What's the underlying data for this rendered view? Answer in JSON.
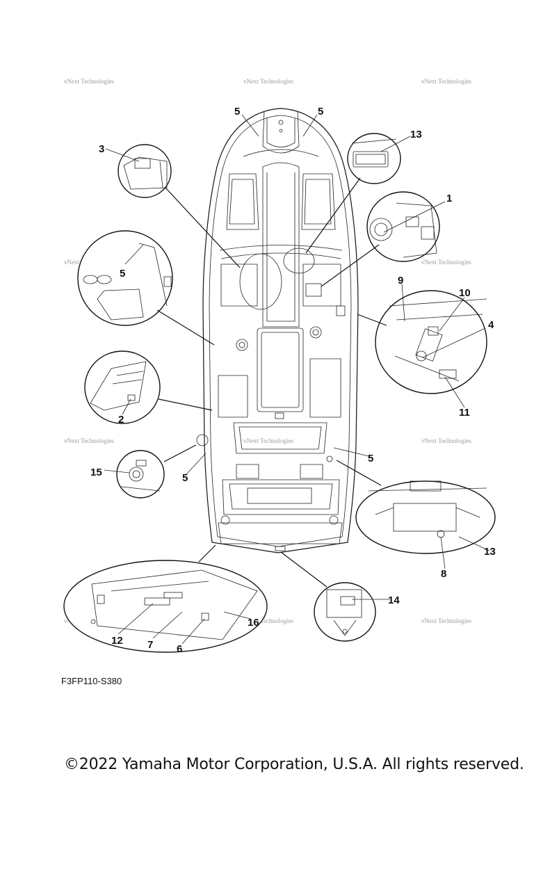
{
  "figure_code": "F3FP110-S380",
  "copyright": "©2022 Yamaha Motor Corporation, U.S.A. All rights reserved.",
  "watermark": "vNext Technologies",
  "callouts": [
    "5",
    "5",
    "3",
    "13",
    "1",
    "5",
    "9",
    "10",
    "4",
    "11",
    "2",
    "15",
    "5",
    "5",
    "13",
    "8",
    "14",
    "12",
    "7",
    "6",
    "16"
  ]
}
